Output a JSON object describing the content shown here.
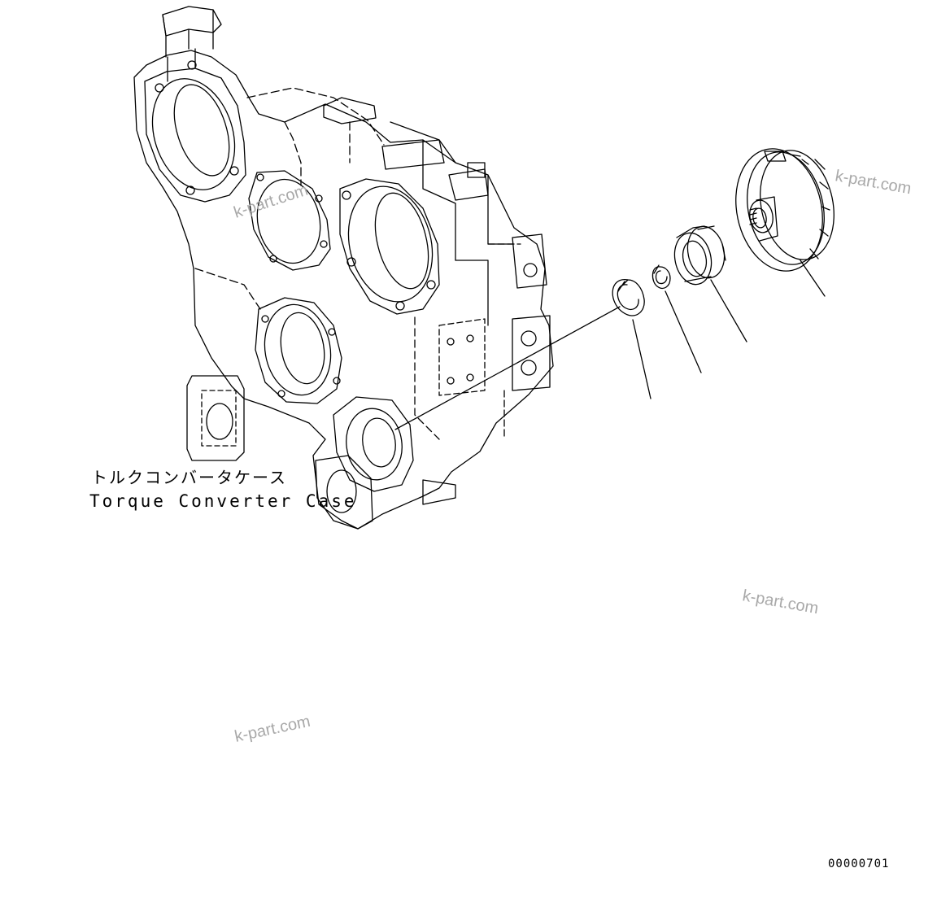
{
  "diagram": {
    "case_label_jp": "トルクコンバータケース",
    "case_label_en": "Torque Converter Case",
    "watermarks": [
      "k-part.com",
      "k-part.com",
      "k-part.com",
      "k-part.com"
    ],
    "figure_number": "00000701",
    "line_color": "#000000",
    "watermark_color": "#a9a9a9"
  }
}
